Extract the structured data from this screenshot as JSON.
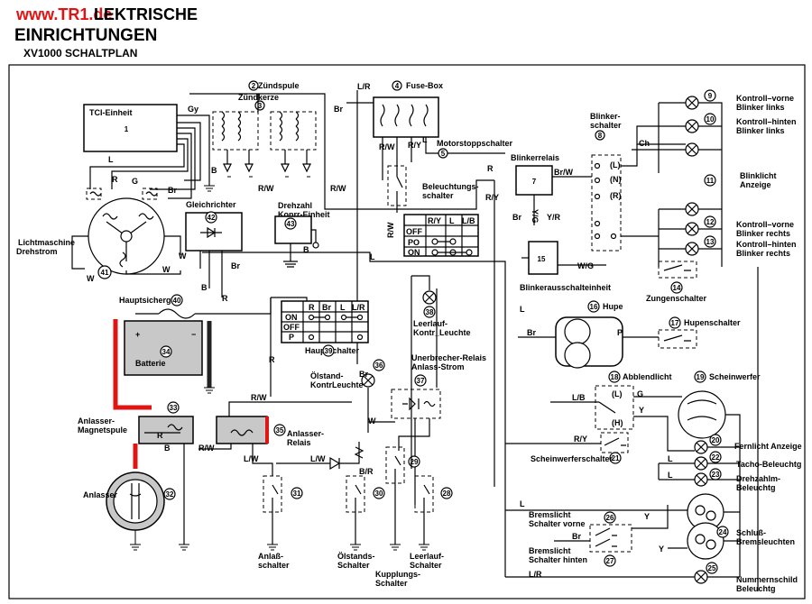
{
  "title": {
    "watermark": "www.TR1.de",
    "line1_fragment": "LEKTRISCHE",
    "line2": "EINRICHTUNGEN",
    "line3": "XV1000 SCHALTPLAN"
  },
  "components": {
    "tci": {
      "label": "TCI-Einheit",
      "num": "1"
    },
    "zuendspule": {
      "label": "Zündspule",
      "num": "2"
    },
    "zuendkerze": {
      "label": "Zündkerze",
      "num": "3"
    },
    "fusebox": {
      "label": "Fuse-Box",
      "num": "4"
    },
    "motorstopp": {
      "label": "Motorstoppschalter",
      "num": "5"
    },
    "beleuchtung": {
      "label": "Beleuchtungs-\nschalter"
    },
    "blinkerrelais": {
      "label": "Blinkerrelais",
      "num": "7"
    },
    "blinkerschalter": {
      "label": "Blinker-\nschalter",
      "num": "8"
    },
    "kontroll_vl": {
      "label": "Kontroll–vorne\nBlinker links",
      "num": "9"
    },
    "kontroll_hl": {
      "label": "Kontroll–hinten\nBlinker links",
      "num": "10"
    },
    "blinklicht": {
      "label": "Blinklicht\nAnzeige",
      "num": "11"
    },
    "kontroll_vr": {
      "label": "Kontroll–vorne\nBlinker rechts",
      "num": "12"
    },
    "kontroll_hr": {
      "label": "Kontroll–hinten\nBlinker rechts",
      "num": "13"
    },
    "zungen": {
      "label": "Zungenschalter",
      "num": "14"
    },
    "ausschalt": {
      "label": "Blinkerausschalteinheit",
      "num": "15"
    },
    "hupe": {
      "label": "Hupe",
      "num": "16"
    },
    "hupenschalter": {
      "label": "Hupenschalter",
      "num": "17"
    },
    "abblend": {
      "label": "Abblendlicht",
      "num": "18"
    },
    "scheinwerfer": {
      "label": "Scheinwerfer",
      "num": "19"
    },
    "fernlicht": {
      "label": "Fernlicht Anzeige",
      "num": "20"
    },
    "scheinwerferschalter": {
      "label": "Scheinwerferschalter",
      "num": "21"
    },
    "tacho": {
      "label": "Tacho-Beleuchtg",
      "num": "22"
    },
    "drehzahlm": {
      "label": "Drehzahlm-\nBeleuchtg",
      "num": "23"
    },
    "schluss": {
      "label": "Schluß-\nBremsleuchten",
      "num": "24"
    },
    "nummern": {
      "label": "Nummernschild\nBeleuchtg",
      "num": "25"
    },
    "bremsvorne": {
      "label": "Bremslicht\nSchalter vorne",
      "num": "26"
    },
    "bremshinten": {
      "label": "Bremslicht\nSchalter hinten",
      "num": "27"
    },
    "leerlauf": {
      "label": "Leerlauf-\nSchalter",
      "num": "28"
    },
    "kupplung": {
      "label": "Kupplungs-\nSchalter",
      "num": "29"
    },
    "oelstand": {
      "label": "Ölstands-\nSchalter",
      "num": "30"
    },
    "anlass": {
      "label": "Anlaß-\nschalter",
      "num": "31"
    },
    "anlasser": {
      "label": "Anlasser",
      "num": "32"
    },
    "magnet": {
      "label": "Anlasser-\nMagnetspule",
      "num": "33"
    },
    "batterie": {
      "label": "Batterie",
      "num": "34"
    },
    "anlasserrelais": {
      "label": "Anlasser-\nRelais",
      "num": "35"
    },
    "oelkontroll": {
      "label": "Ölstand-\nKontrLeuchte",
      "num": "36"
    },
    "unterbrecher": {
      "label": "Unerbrecher-Relais\nAnlass-Strom",
      "num": "37"
    },
    "leerkontr": {
      "label": "Leerlauf-\nKontr_Leuchte",
      "num": "38"
    },
    "hauptschalter": {
      "label": "Hauptschalter",
      "num": "39"
    },
    "hauptsicherg": {
      "label": "Hauptsicherg",
      "num": "40"
    },
    "lichtmaschine": {
      "label": "Lichtmaschine\nDrehstrom",
      "num": "41"
    },
    "gleichrichter": {
      "label": "Gleichrichter",
      "num": "42"
    },
    "drehzahl": {
      "label": "Drehzahl\nKonrr-Einheit",
      "num": "43"
    }
  },
  "switch_tables": {
    "beleuchtung": {
      "cols": [
        "R/Y",
        "L",
        "L/B"
      ],
      "rows": [
        "OFF",
        "PO",
        "ON"
      ]
    },
    "haupt": {
      "cols": [
        "R",
        "Br",
        "L",
        "L/R"
      ],
      "rows": [
        "ON",
        "OFF",
        "P"
      ]
    },
    "blinker_positions": [
      "(L)",
      "(N)",
      "(R)"
    ],
    "abblend_positions": [
      "(L)",
      "(H)"
    ]
  },
  "wire_labels": {
    "gy": "Gy",
    "l": "L",
    "r": "R",
    "g": "G",
    "br": "Br",
    "b": "B",
    "w": "W",
    "rw": "R/W",
    "lr": "L/R",
    "ry": "R/Y",
    "brw": "Br/W",
    "ch": "Ch",
    "yg": "Y/G",
    "yr": "Y/R",
    "wg": "W/G",
    "p": "P",
    "lb": "L/B",
    "y": "Y",
    "lw": "L/W",
    "br2": "B/R"
  },
  "colors": {
    "battery_positive": "#e11414",
    "ground_cable": "#222222",
    "component_shade": "#c8c8c8"
  }
}
